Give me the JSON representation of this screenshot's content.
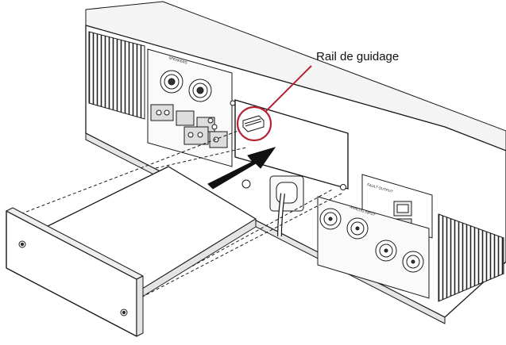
{
  "callout": {
    "label": "Rail de guidage",
    "color": "#b22234"
  },
  "panel_labels": {
    "speakers": "SPEAKERS",
    "fault_output": "FAULT OUTPUT",
    "analog_input": "ANALOG INPUT"
  },
  "colors": {
    "line": "#1a1a1a",
    "fill": "#ffffff",
    "shade": "#d9d9d9",
    "arrow": "#111111"
  }
}
